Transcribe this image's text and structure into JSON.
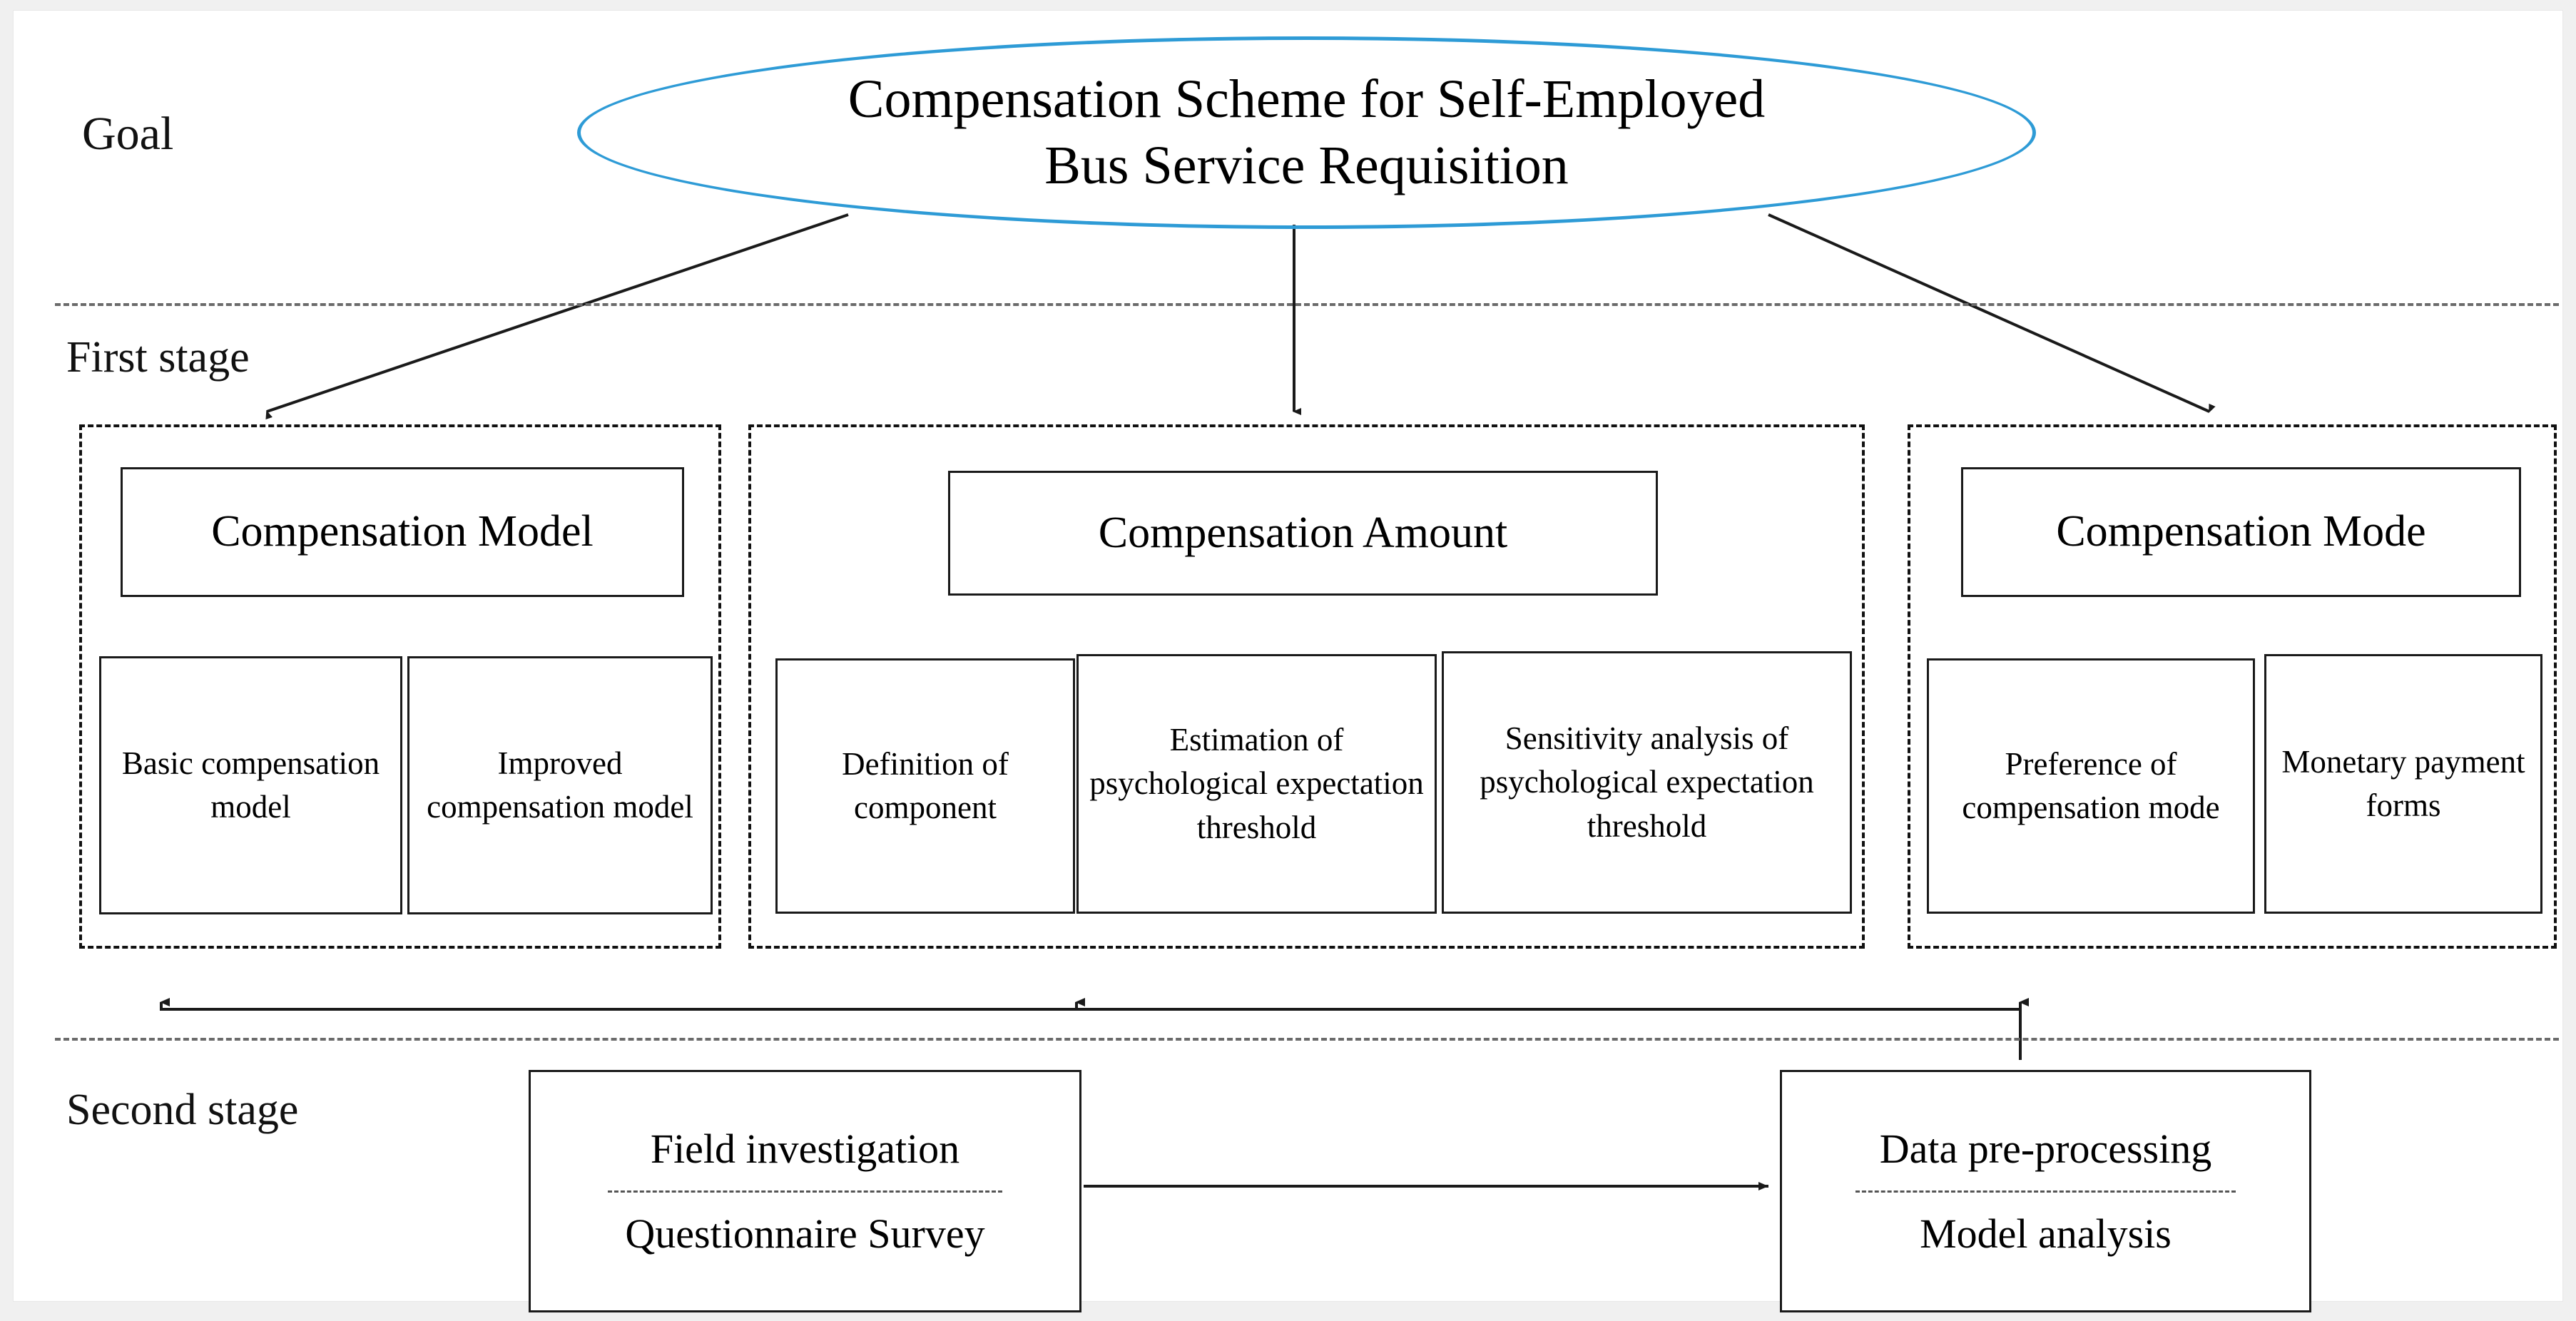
{
  "stages": {
    "goal_label": "Goal",
    "first_label": "First stage",
    "second_label": "Second stage"
  },
  "goal": {
    "title": "Compensation Scheme for Self-Employed Bus Service Requisition",
    "ellipse_color": "#2e9bd6"
  },
  "first_stage": {
    "groups": [
      {
        "header": "Compensation Model",
        "leaves": [
          "Basic compensation model",
          "Improved compensation model"
        ]
      },
      {
        "header": "Compensation Amount",
        "leaves": [
          "Definition of component",
          "Estimation of psychological expectation threshold",
          "Sensitivity analysis of psychological expectation threshold"
        ]
      },
      {
        "header": "Compensation Mode",
        "leaves": [
          "Preference of compensation mode",
          "Monetary payment forms"
        ]
      }
    ]
  },
  "second_stage": {
    "left_box": {
      "line1": "Field  investigation",
      "line2": "Questionnaire Survey"
    },
    "right_box": {
      "line1": "Data pre-processing",
      "line2": "Model analysis"
    }
  },
  "colors": {
    "accent": "#2e9bd6",
    "line": "#1a1a1a",
    "separator": "#6b6b6b",
    "page_background": "#f0f0f0",
    "canvas_background": "#ffffff"
  }
}
